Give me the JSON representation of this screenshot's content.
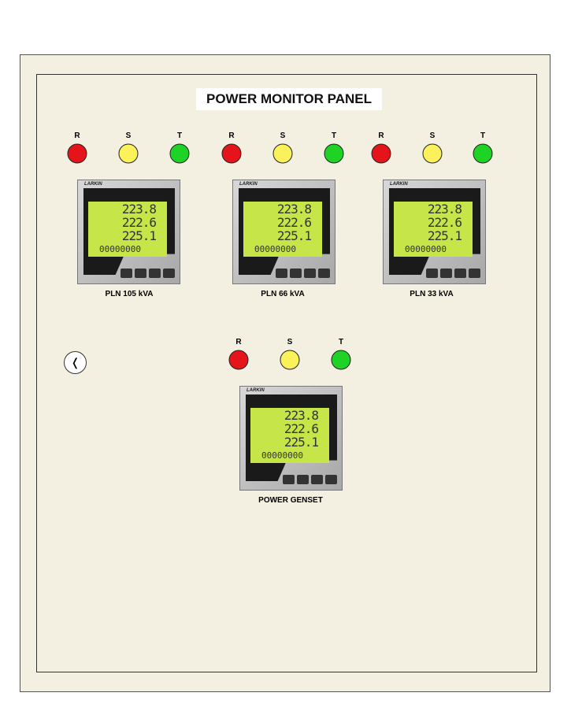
{
  "title": "POWER MONITOR PANEL",
  "phases": [
    "R",
    "S",
    "T"
  ],
  "meters": [
    {
      "label": "PLN 105 kVA",
      "brand": "LARKIN",
      "v1": "223.8",
      "v2": "222.6",
      "v3": "225.1",
      "energy": "00000000"
    },
    {
      "label": "PLN 66 kVA",
      "brand": "LARKIN",
      "v1": "223.8",
      "v2": "222.6",
      "v3": "225.1",
      "energy": "00000000"
    },
    {
      "label": "PLN 33 kVA",
      "brand": "LARKIN",
      "v1": "223.8",
      "v2": "222.6",
      "v3": "225.1",
      "energy": "00000000"
    },
    {
      "label": "POWER GENSET",
      "brand": "LARKIN",
      "v1": "223.8",
      "v2": "222.6",
      "v3": "225.1",
      "energy": "00000000"
    }
  ],
  "colors": {
    "R": "#e5141b",
    "S": "#fbf15b",
    "T": "#1ed325",
    "panel": "#f3f0e1"
  }
}
